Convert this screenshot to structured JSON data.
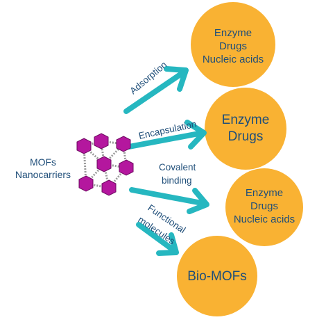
{
  "colors": {
    "circle_fill": "#f9b233",
    "arrow_color": "#26b7c0",
    "text_color": "#1f4e79",
    "cluster_color": "#b4179e",
    "linker_color": "#9a9a9a"
  },
  "mof": {
    "label_line1": "MOFs",
    "label_line2": "Nanocarriers",
    "icon": "mof-cluster-icon"
  },
  "routes": [
    {
      "id": "adsorption",
      "label_lines": [
        "Adsorption"
      ],
      "target_lines": [
        "Enzyme",
        "Drugs",
        "Nucleic acids"
      ]
    },
    {
      "id": "encapsulation",
      "label_lines": [
        "Encapsulation"
      ],
      "target_lines": [
        "Enzyme",
        "Drugs"
      ]
    },
    {
      "id": "covalent",
      "label_lines": [
        "Covalent",
        "binding"
      ],
      "target_lines": [
        "Enzyme",
        "Drugs",
        "Nucleic acids"
      ]
    },
    {
      "id": "functional",
      "label_lines": [
        "Functional",
        "molecules"
      ],
      "target_lines": [
        "Bio-MOFs"
      ]
    }
  ]
}
